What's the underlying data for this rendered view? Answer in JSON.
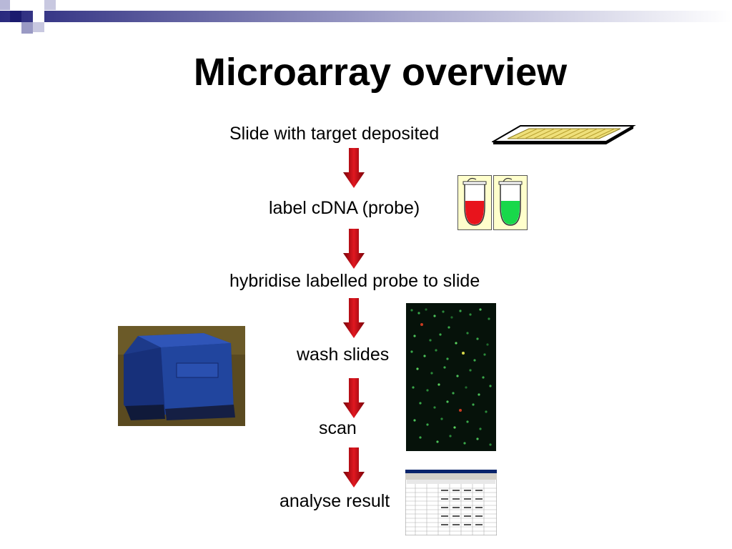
{
  "slide": {
    "title": "Microarray overview",
    "steps": [
      "Slide with target deposited",
      "label cDNA (probe)",
      "hybridise labelled probe to slide",
      "wash slides",
      "scan",
      "analyse result"
    ]
  },
  "colors": {
    "accent_navy": "#2a2a7e",
    "accent_lilac": "#9a9ac4",
    "arrow_red": "#c0141c",
    "tube_red": "#e8141c",
    "tube_green": "#18d84a"
  },
  "icons": [
    "microarray-slide-icon",
    "red-probe-tube-icon",
    "green-probe-tube-icon",
    "scanner-photo",
    "scan-image",
    "results-spreadsheet-icon"
  ]
}
